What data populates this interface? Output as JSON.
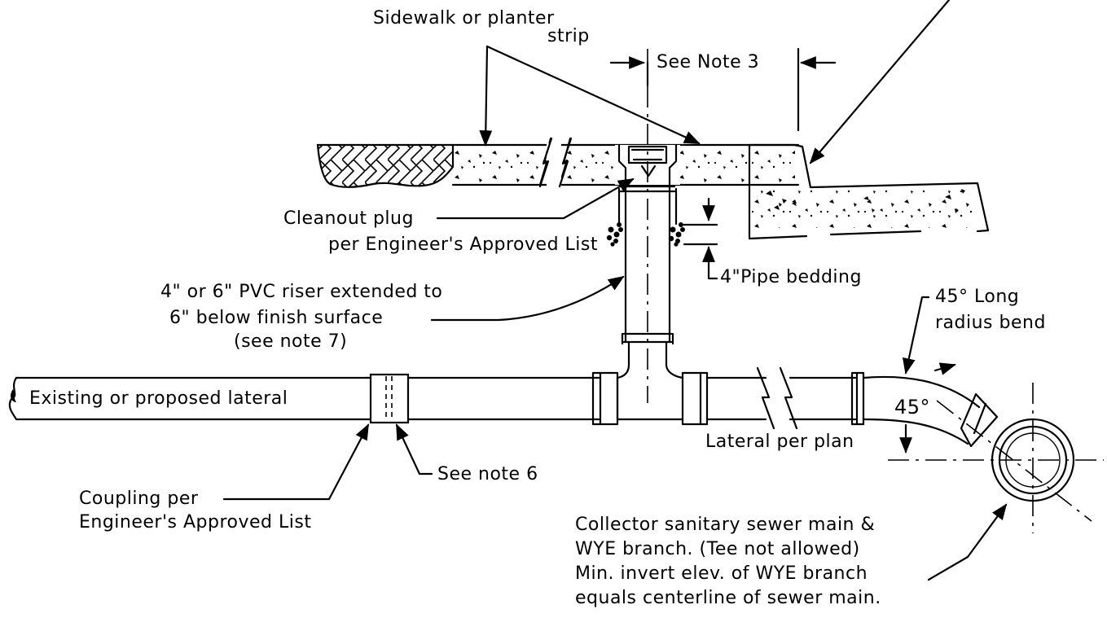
{
  "labels": {
    "sidewalk": [
      "Sidewalk or planter",
      "strip"
    ],
    "see_note_3": "See Note 3",
    "cleanout_plug": [
      "Cleanout plug",
      "per Engineer's Approved List"
    ],
    "pipe_bedding": "4\"Pipe bedding",
    "riser": [
      "4\" or 6\" PVC riser extended to",
      "6\" below finish surface",
      "(see note 7)"
    ],
    "existing_lateral": "Existing or proposed lateral",
    "see_note_6": "See note 6",
    "coupling": [
      "Coupling per",
      "Engineer's Approved List"
    ],
    "lateral_per_plan": "Lateral per plan",
    "long_radius_bend": [
      "45° Long",
      "radius bend"
    ],
    "bend_angle": "45°",
    "collector": [
      "Collector sanitary sewer main &",
      "WYE branch.  (Tee not allowed)",
      "Min. invert elev. of WYE branch",
      "equals centerline of sewer main."
    ]
  }
}
